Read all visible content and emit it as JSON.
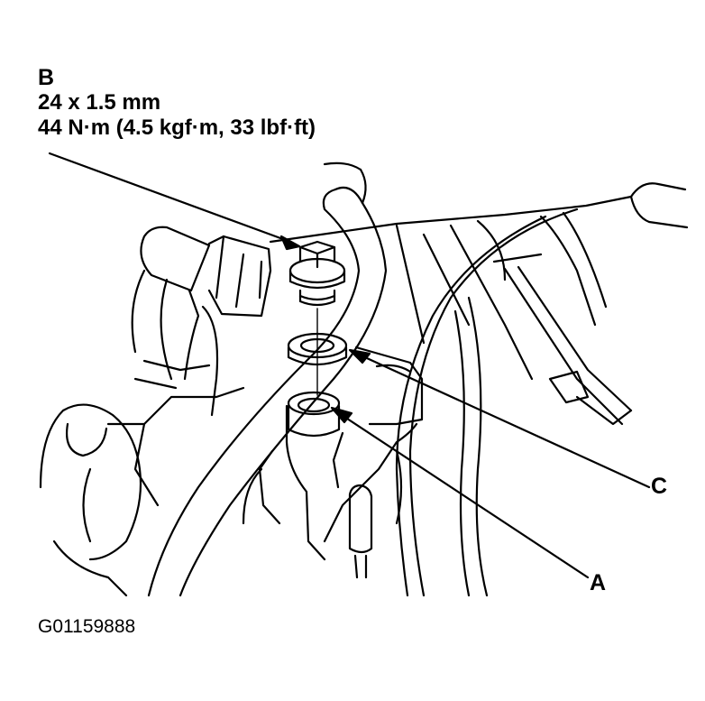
{
  "callouts": {
    "b": {
      "letter": "B",
      "thread_spec": "24 x 1.5 mm",
      "torque_spec": "44 N·m (4.5 kgf·m, 33 lbf·ft)"
    },
    "c": {
      "letter": "C"
    },
    "a": {
      "letter": "A"
    }
  },
  "figure_id": "G01159888",
  "colors": {
    "ink": "#000000",
    "paper": "#ffffff"
  }
}
